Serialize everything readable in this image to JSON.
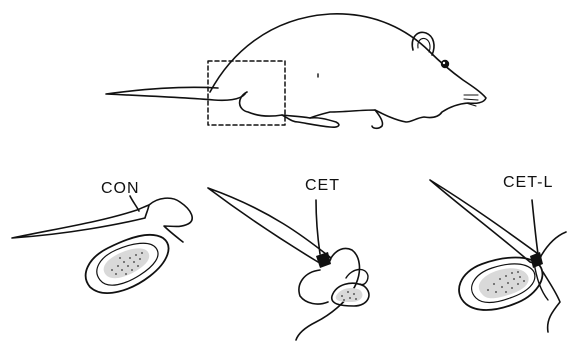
{
  "figure": {
    "labels": {
      "con": "CON",
      "cet": "CET",
      "cetl": "CET-L"
    },
    "colors": {
      "ink": "#111111",
      "background": "#ffffff"
    },
    "highlight_box_style": "dashed"
  }
}
